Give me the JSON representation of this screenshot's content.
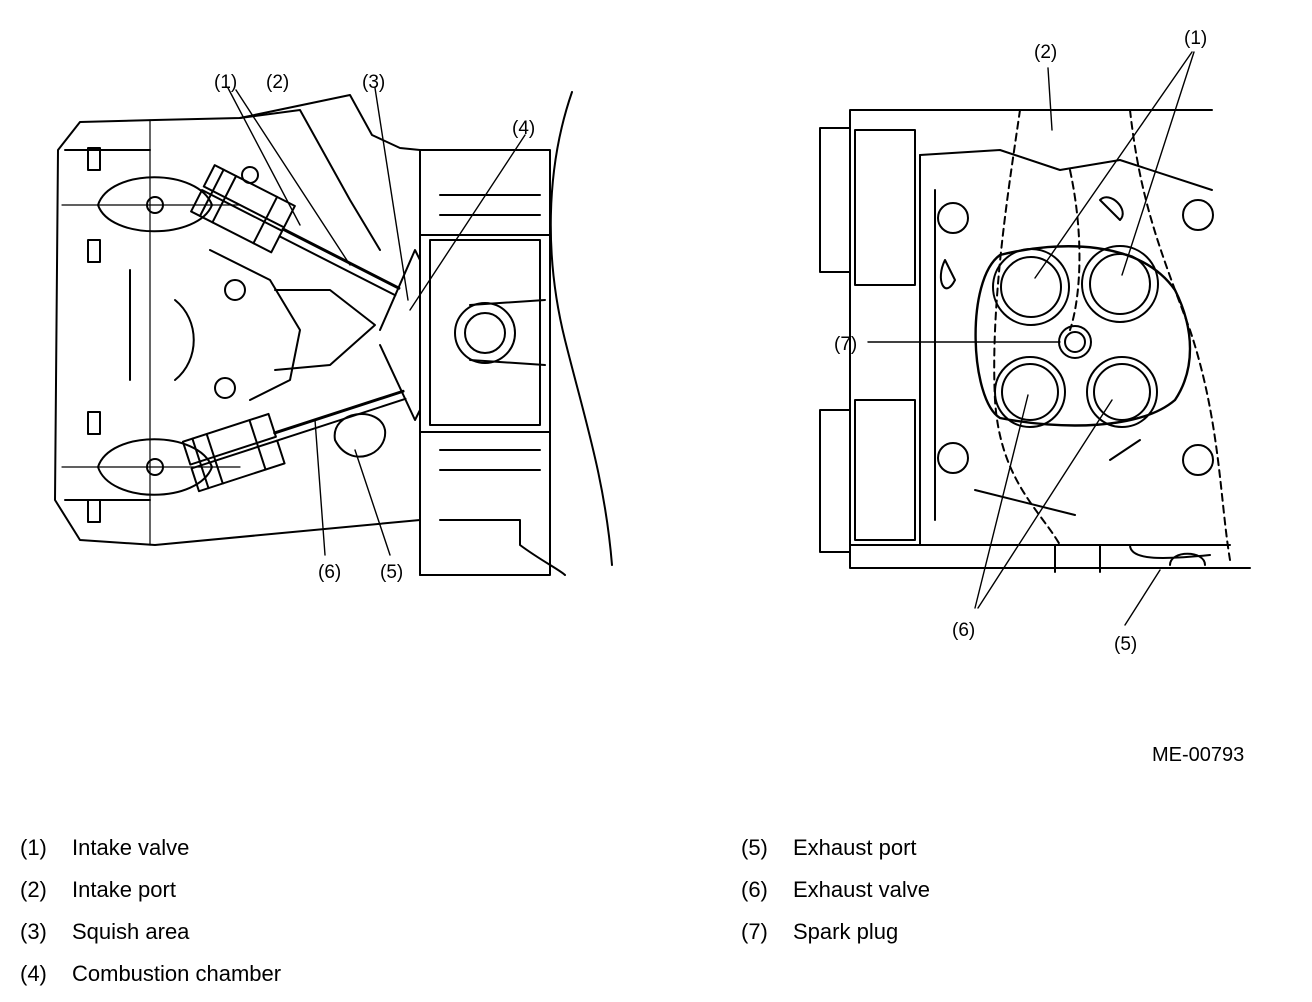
{
  "figure_code": "ME-00793",
  "callouts": {
    "left": {
      "c1": "(1)",
      "c2": "(2)",
      "c3": "(3)",
      "c4": "(4)",
      "c5": "(5)",
      "c6": "(6)"
    },
    "right": {
      "c1": "(1)",
      "c2": "(2)",
      "c5": "(5)",
      "c6": "(6)",
      "c7": "(7)"
    }
  },
  "legend": {
    "left": [
      {
        "num": "(1)",
        "text": "Intake valve"
      },
      {
        "num": "(2)",
        "text": "Intake port"
      },
      {
        "num": "(3)",
        "text": "Squish area"
      },
      {
        "num": "(4)",
        "text": "Combustion chamber"
      }
    ],
    "right": [
      {
        "num": "(5)",
        "text": "Exhaust port"
      },
      {
        "num": "(6)",
        "text": "Exhaust valve"
      },
      {
        "num": "(7)",
        "text": "Spark plug"
      }
    ]
  }
}
